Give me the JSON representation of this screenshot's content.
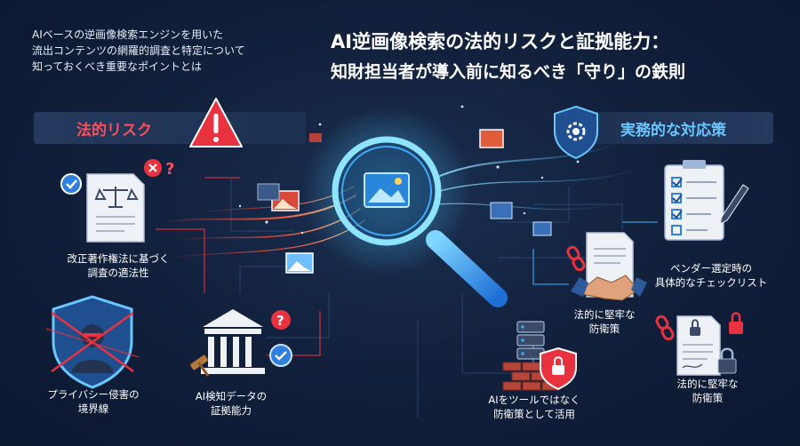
{
  "intro": {
    "line1": "AIベースの逆画像検索エンジンを用いた",
    "line2": "流出コンテンツの網羅的調査と特定について",
    "line3": "知っておくべき重要なポイントとは"
  },
  "title": {
    "line1": "AI逆画像検索の法的リスクと証拠能力：",
    "line2": "知財担当者が導入前に知るべき「守り」の鉄則"
  },
  "risk_banner": {
    "label": "法的リスク",
    "icon": "warning-icon"
  },
  "action_banner": {
    "label": "実務的な対応策",
    "icon": "shield-gear-icon"
  },
  "risk_items": [
    {
      "line1": "改正著作権法に基づく",
      "line2": "調査の適法性",
      "icon": "legal-document-icon"
    },
    {
      "line1": "プライバシー侵害の",
      "line2": "境界線",
      "icon": "privacy-shield-icon"
    },
    {
      "line1": "AI検知データの",
      "line2": "証拠能力",
      "icon": "courthouse-icon"
    }
  ],
  "action_items": [
    {
      "line1": "ベンダー選定時の",
      "line2": "具体的なチェックリスト",
      "icon": "checklist-icon"
    },
    {
      "line1": "法的に堅牢な",
      "line2": "防衛策",
      "icon": "handshake-contract-icon"
    },
    {
      "line1": "AIをツールではなく",
      "line2": "防衛策として活用",
      "icon": "server-firewall-icon"
    },
    {
      "line1": "法的に堅牢な",
      "line2": "防衛策",
      "icon": "locked-document-icon"
    }
  ],
  "colors": {
    "background": "#12213d",
    "risk_red": "#e8323f",
    "accent_blue": "#3fa9f5",
    "orange": "#ff6a3a"
  }
}
